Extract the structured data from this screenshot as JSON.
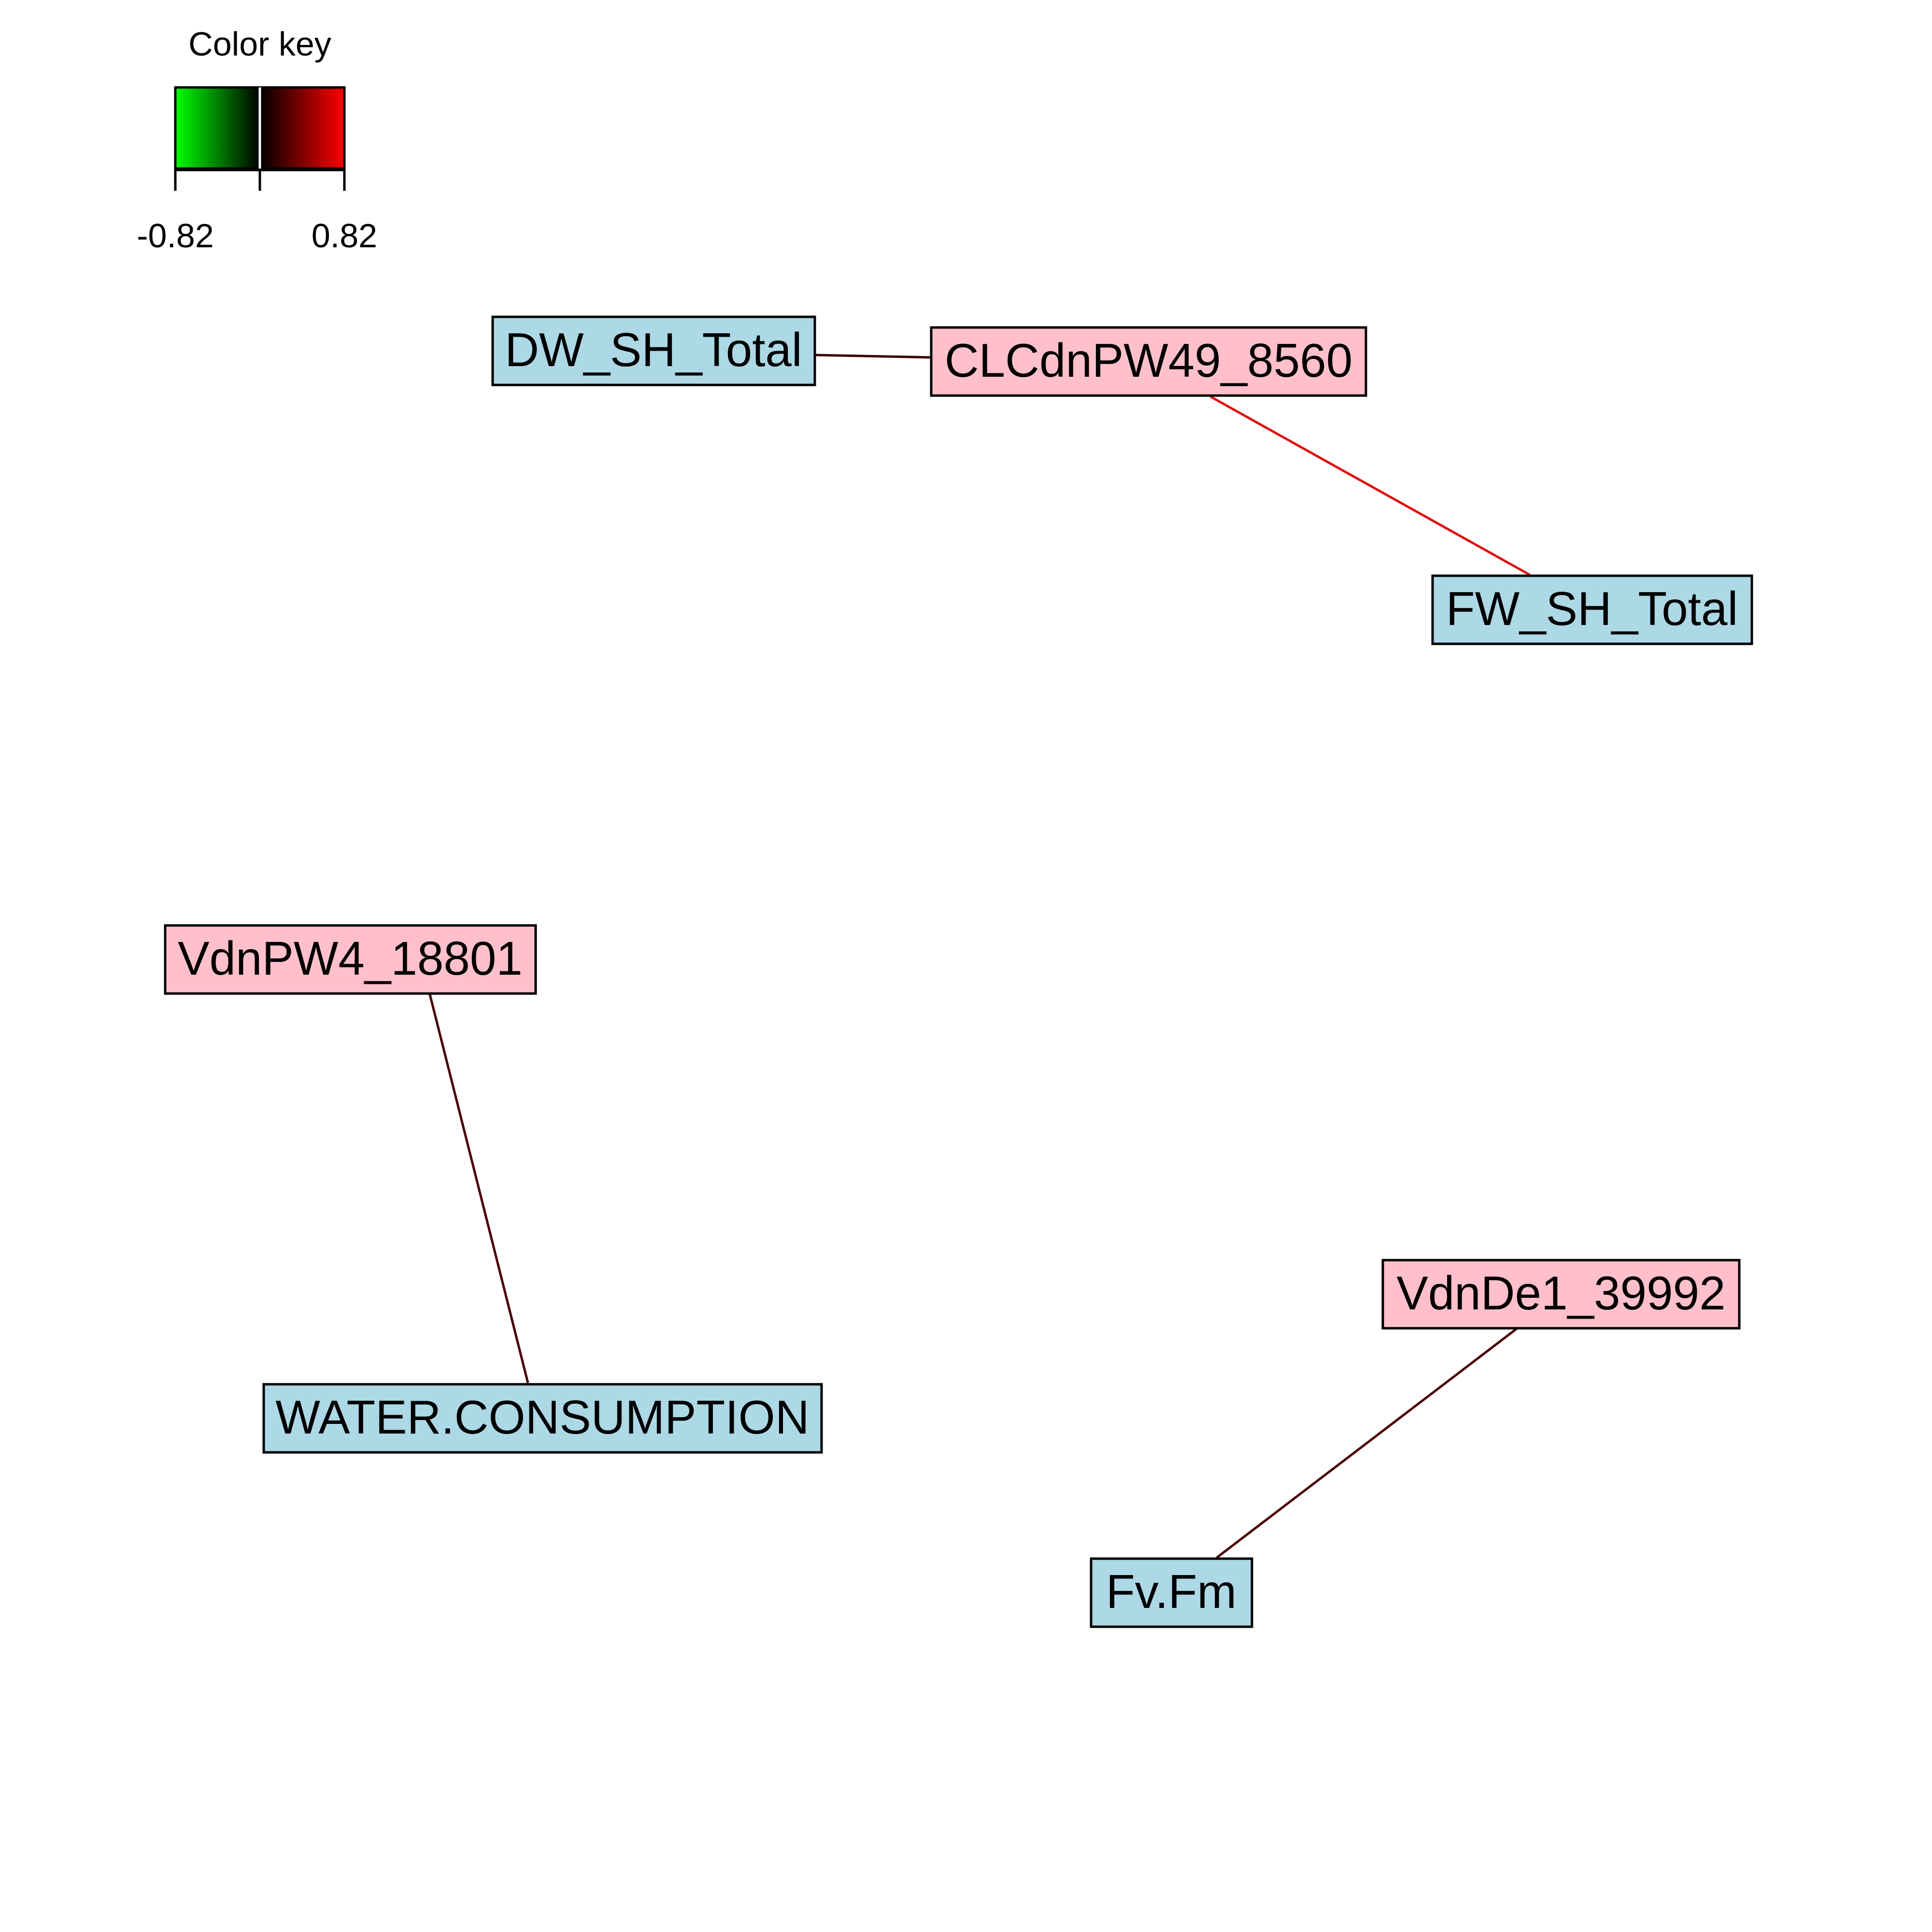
{
  "color_key": {
    "title": "Color key",
    "min_label": "-0.82",
    "max_label": "0.82",
    "min_color": "#00ff00",
    "mid_color": "#000000",
    "max_color": "#ff0000"
  },
  "node_colors": {
    "trait": "#add8e6",
    "gene": "#ffc0cb"
  },
  "nodes": [
    {
      "id": "dw",
      "label": "DW_SH_Total",
      "kind": "trait"
    },
    {
      "id": "cl",
      "label": "CLCdnPW49_8560",
      "kind": "gene"
    },
    {
      "id": "fw",
      "label": "FW_SH_Total",
      "kind": "trait"
    },
    {
      "id": "vp",
      "label": "VdnPW4_18801",
      "kind": "gene"
    },
    {
      "id": "wc",
      "label": "WATER.CONSUMPTION",
      "kind": "trait"
    },
    {
      "id": "vd",
      "label": "VdnDe1_39992",
      "kind": "gene"
    },
    {
      "id": "fv",
      "label": "Fv.Fm",
      "kind": "trait"
    }
  ],
  "edges": [
    {
      "from": "dw",
      "to": "cl",
      "color": "#3d0000"
    },
    {
      "from": "cl",
      "to": "fw",
      "color": "#e01010"
    },
    {
      "from": "vp",
      "to": "wc",
      "color": "#4a0404"
    },
    {
      "from": "vd",
      "to": "fv",
      "color": "#4a0404"
    }
  ]
}
